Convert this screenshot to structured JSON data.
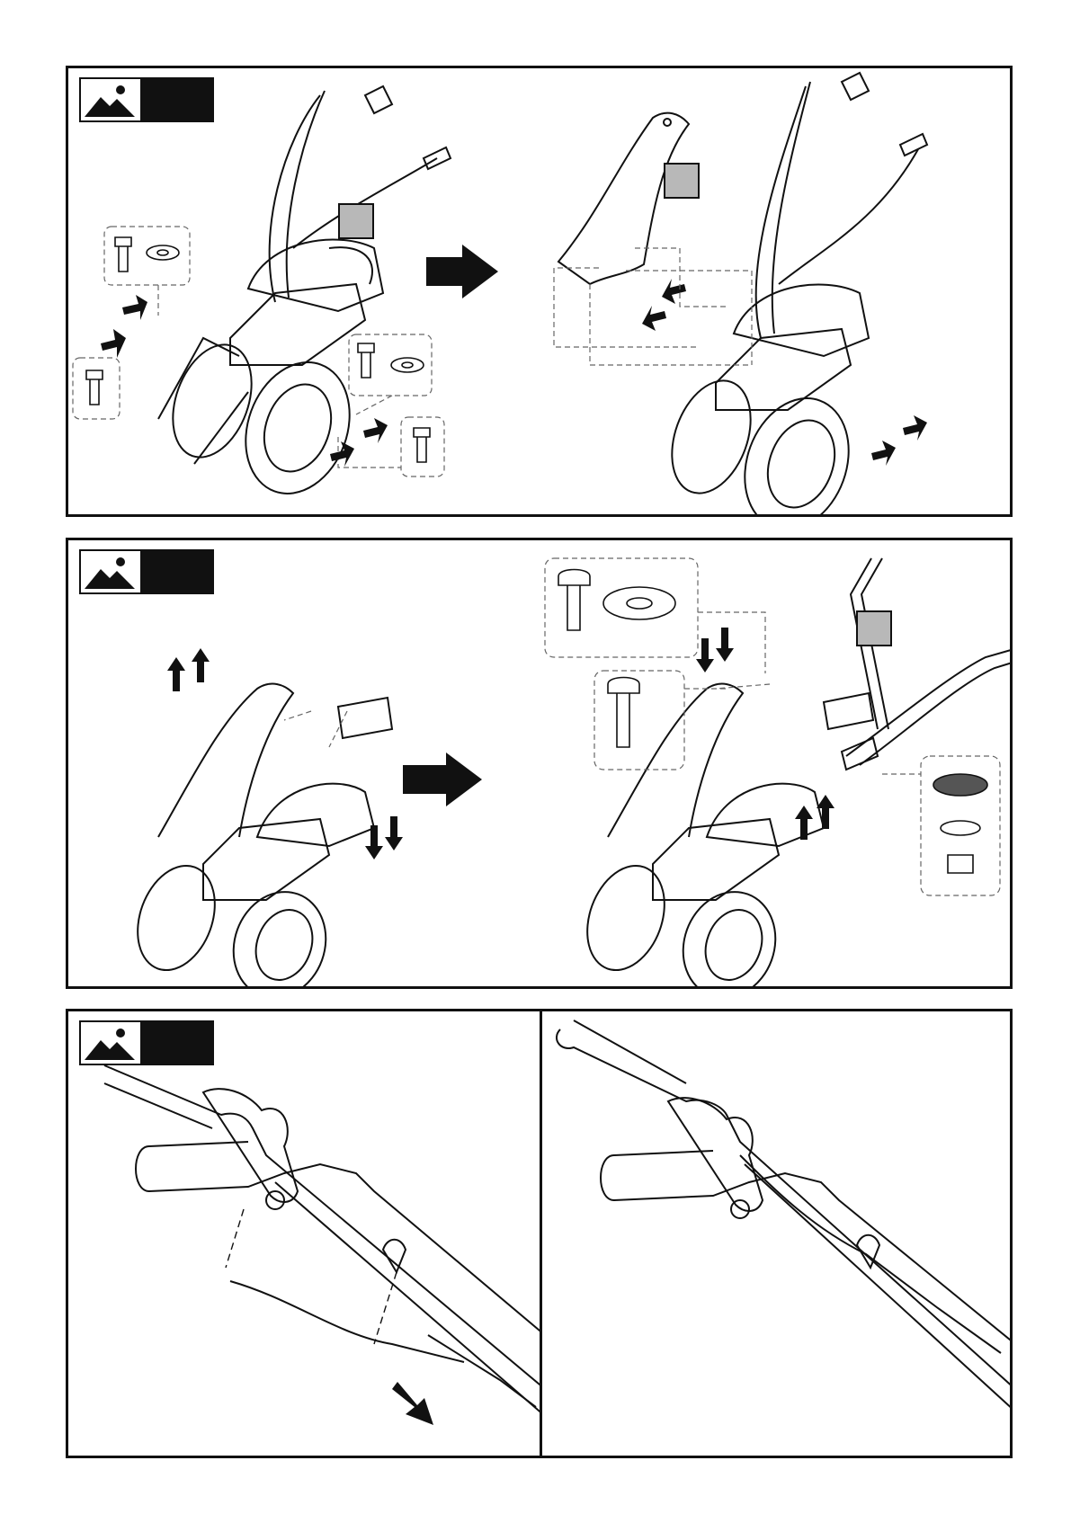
{
  "page": {
    "panels": [
      {
        "id": "step-1",
        "badge_icon": "image-icon",
        "step_number": ""
      },
      {
        "id": "step-2",
        "badge_icon": "image-icon",
        "step_number": ""
      },
      {
        "id": "step-3",
        "badge_icon": "image-icon",
        "step_number": ""
      }
    ]
  },
  "colors": {
    "frame": "#111111",
    "placeholder": "#b8b8b8",
    "arrow": "#111111"
  },
  "icons": [
    "image-icon",
    "arrow-right-icon",
    "bolt-icon",
    "washer-icon",
    "nut-icon"
  ]
}
